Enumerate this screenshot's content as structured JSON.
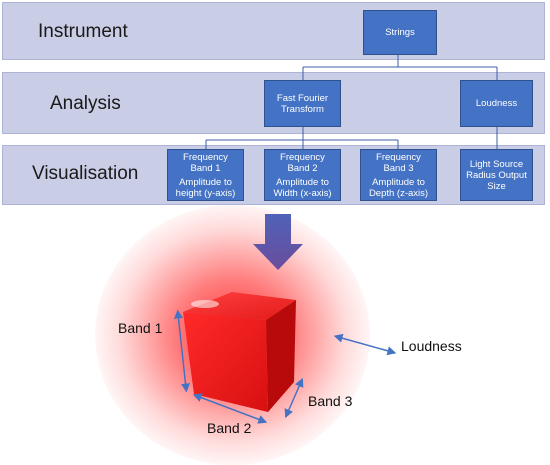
{
  "rows": {
    "instrument": "Instrument",
    "analysis": "Analysis",
    "visualisation": "Visualisation"
  },
  "nodes": {
    "strings": "Strings",
    "fft": "Fast Fourier Transform",
    "loudness": "Loudness",
    "band1": {
      "title": "Frequency Band 1",
      "detail": "Amplitude to height (y-axis)"
    },
    "band2": {
      "title": "Frequency Band 2",
      "detail": "Amplitude to Width (x-axis)"
    },
    "band3": {
      "title": "Frequency Band 3",
      "detail": "Amplitude to Depth (z-axis)"
    },
    "light": "Light Source Radius Output Size"
  },
  "illustration": {
    "band1_label": "Band 1",
    "band2_label": "Band 2",
    "band3_label": "Band 3",
    "loudness_label": "Loudness"
  },
  "colors": {
    "band_bg": "#c9cde5",
    "node_fill": "#4472c4",
    "cube_red": "#e81818",
    "arrow_blue": "#4472c4"
  }
}
